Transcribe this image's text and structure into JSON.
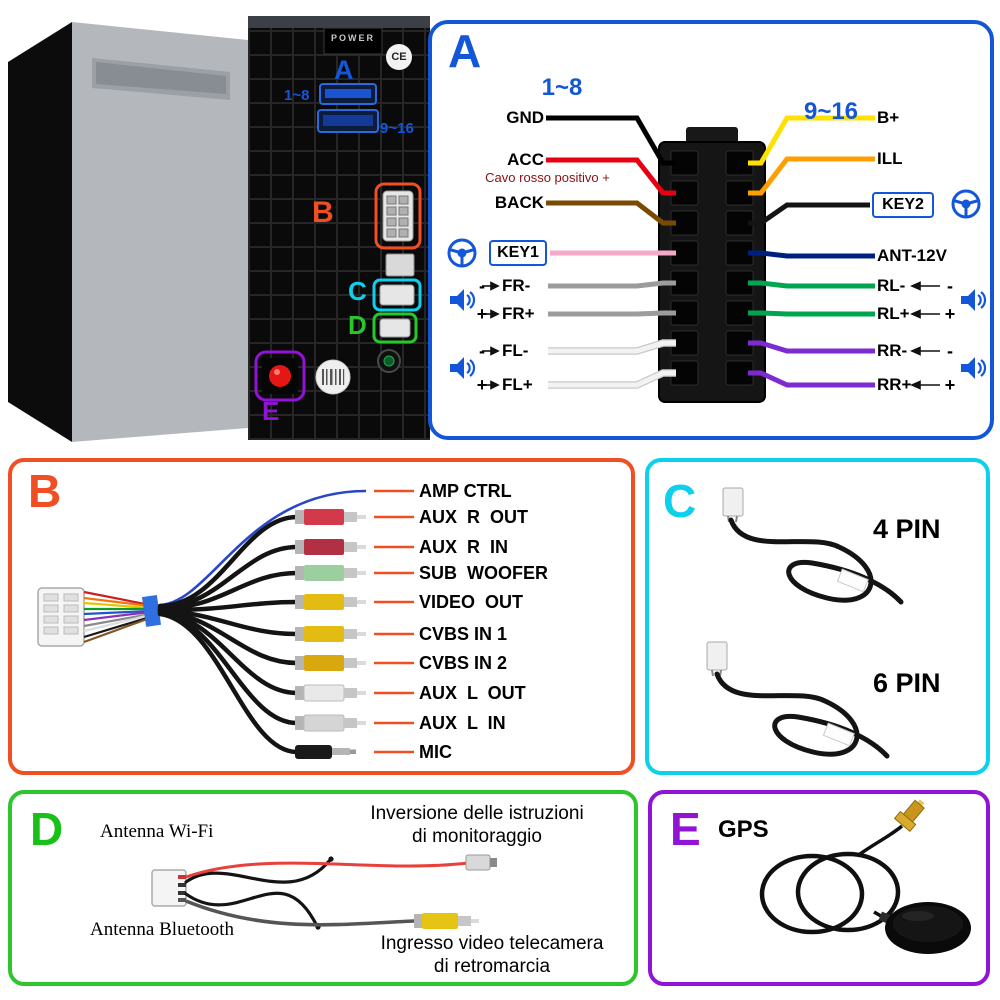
{
  "unit": {
    "marker_a": "A",
    "range_top": "1~8",
    "range_bottom": "9~16",
    "marker_b": "B",
    "marker_c": "C",
    "marker_d": "D",
    "marker_e": "E",
    "ce_mark": "CE",
    "power_label": "POWER"
  },
  "panel_a": {
    "title": "A",
    "header_left": "1~8",
    "header_right": "9~16",
    "acc_note": "Cavo rosso positivo +",
    "minus": "-",
    "plus": "+",
    "left_pins": [
      {
        "label": "GND",
        "color": "#000000"
      },
      {
        "label": "ACC",
        "color": "#e60012"
      },
      {
        "label": "BACK",
        "color": "#7a4a00"
      },
      {
        "label": "KEY1",
        "color": "#f6a8c8"
      },
      {
        "label": "FR-",
        "color": "#9c9c9c"
      },
      {
        "label": "FR+",
        "color": "#9c9c9c"
      },
      {
        "label": "FL-",
        "color": "#f2f2f2"
      },
      {
        "label": "FL+",
        "color": "#f2f2f2"
      }
    ],
    "right_pins": [
      {
        "label": "B+",
        "color": "#ffe100"
      },
      {
        "label": "ILL",
        "color": "#ff9e00"
      },
      {
        "label": "KEY2",
        "color": "#141414"
      },
      {
        "label": "ANT-12V",
        "color": "#00207f"
      },
      {
        "label": "RL-",
        "color": "#00a550"
      },
      {
        "label": "RL+",
        "color": "#00a550"
      },
      {
        "label": "RR-",
        "color": "#7d2bd0"
      },
      {
        "label": "RR+",
        "color": "#7d2bd0"
      }
    ]
  },
  "panel_b": {
    "title": "B",
    "items": [
      {
        "label": "AMP CTRL",
        "plug": "#2a46c8"
      },
      {
        "label": "AUX  R  OUT",
        "plug": "#d2394a"
      },
      {
        "label": "AUX  R  IN",
        "plug": "#b23043"
      },
      {
        "label": "SUB  WOOFER",
        "plug": "#9ccf9f"
      },
      {
        "label": "VIDEO  OUT",
        "plug": "#e3bc13"
      },
      {
        "label": "CVBS IN 1",
        "plug": "#e3bc13"
      },
      {
        "label": "CVBS IN 2",
        "plug": "#d9a80e"
      },
      {
        "label": "AUX  L  OUT",
        "plug": "#e9e9e9"
      },
      {
        "label": "AUX  L  IN",
        "plug": "#d5d5d5"
      },
      {
        "label": "MIC",
        "plug": "#1a1a1a"
      }
    ]
  },
  "panel_c": {
    "title": "C",
    "cable_4pin": "4 PIN",
    "cable_6pin": "6 PIN"
  },
  "panel_d": {
    "title": "D",
    "wifi_label": "Antenna Wi-Fi",
    "bt_label": "Antenna Bluetooth",
    "monitor_note_line1": "Inversione delle istruzioni",
    "monitor_note_line2": "di monitoraggio",
    "camera_note_line1": "Ingresso video telecamera",
    "camera_note_line2": "di retromarcia",
    "camera_plug": "#e6c414"
  },
  "panel_e": {
    "title": "E",
    "gps_label": "GPS"
  }
}
